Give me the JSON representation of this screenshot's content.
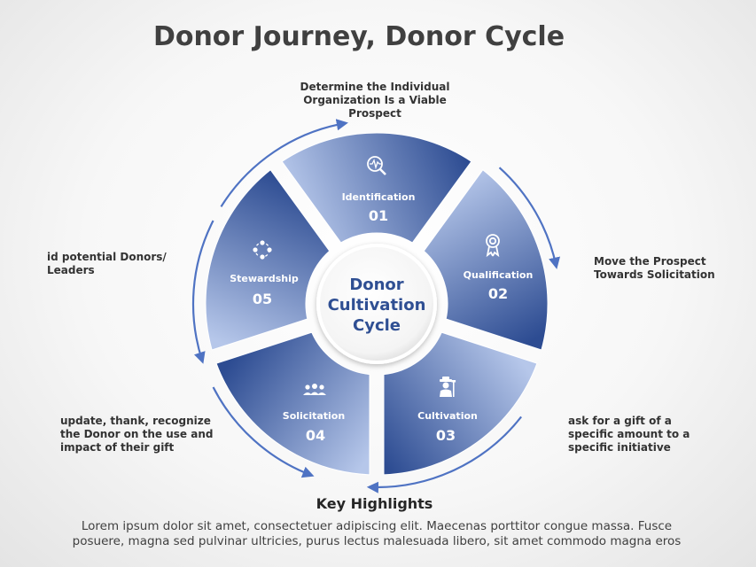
{
  "title": "Donor Journey, Donor Cycle",
  "center": {
    "lines": [
      "Donor",
      "Cultivation",
      "Cycle"
    ]
  },
  "segments": [
    {
      "label": "Identification",
      "number": "01",
      "icon": "magnifier-pulse-icon"
    },
    {
      "label": "Qualification",
      "number": "02",
      "icon": "award-ribbon-icon"
    },
    {
      "label": "Cultivation",
      "number": "03",
      "icon": "farmer-icon"
    },
    {
      "label": "Solicitation",
      "number": "04",
      "icon": "people-group-icon"
    },
    {
      "label": "Stewardship",
      "number": "05",
      "icon": "cycle-dots-icon"
    }
  ],
  "notes": {
    "top": [
      "Determine the Individual",
      "Organization  Is a Viable",
      "Prospect"
    ],
    "right1": [
      "Move the Prospect",
      "Towards Solicitation"
    ],
    "right2": [
      "ask for a gift of a",
      "specific amount to a",
      "specific initiative"
    ],
    "left1": [
      "id potential  Donors/",
      "Leaders"
    ],
    "left2": [
      "update, thank, recognize",
      "the Donor on the use and",
      "impact of their gift"
    ]
  },
  "highlights": {
    "title": "Key Highlights",
    "lines": [
      "Lorem ipsum dolor sit amet, consectetuer adipiscing elit. Maecenas porttitor congue massa. Fusce",
      "posuere, magna sed pulvinar ultricies, purus lectus malesuada libero, sit amet commodo magna eros"
    ]
  },
  "colors": {
    "dark_blue": "#2f4f93",
    "light_blue": "#b6c7ea",
    "arrow": "#4f73c3"
  }
}
